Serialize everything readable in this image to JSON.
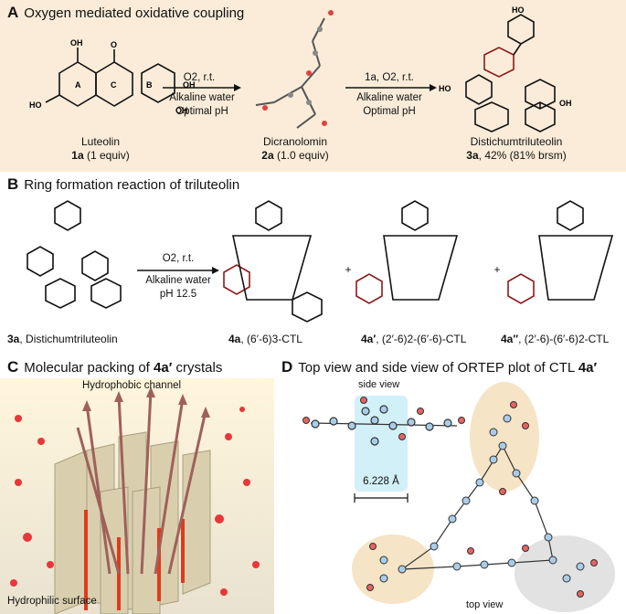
{
  "panelA": {
    "letter": "A",
    "title": "Oxygen mediated oxidative coupling",
    "luteolin": {
      "name": "Luteolin",
      "id": "1a",
      "equiv": "(1 equiv)"
    },
    "dicranolomin": {
      "name": "Dicranolomin",
      "id": "2a",
      "equiv": "(1.0 equiv)"
    },
    "distichumtriluteolin": {
      "name": "Distichumtriluteolin",
      "id": "3a",
      "yield": ", 42% (81% brsm)"
    },
    "arrow1": {
      "line1": "O2, r.t.",
      "line2": "Alkaline water",
      "line3": "Optimal pH"
    },
    "arrow2": {
      "line1": "1a, O2, r.t.",
      "line2": "Alkaline water",
      "line3": "Optimal pH"
    },
    "ring_labels": [
      "A",
      "C",
      "B"
    ],
    "atom_labels": {
      "oh": "OH",
      "ho": "HO",
      "o": "O"
    }
  },
  "panelB": {
    "letter": "B",
    "title": "Ring formation reaction of triluteolin",
    "start": {
      "id": "3a",
      "name": ", Distichumtriluteolin"
    },
    "arrow": {
      "line1": "O2, r.t.",
      "line2": "Alkaline water",
      "line3": "pH 12.5"
    },
    "p1": {
      "id": "4a",
      "desc": ", (6′-6)3-CTL"
    },
    "p2": {
      "id": "4a′",
      "desc": ", (2′-6)2-(6′-6)-CTL"
    },
    "p3": {
      "id": "4a′′",
      "desc": ", (2′-6)-(6′-6)2-CTL"
    },
    "plus": "+"
  },
  "panelC": {
    "letter": "C",
    "title_pre": "Molecular packing of ",
    "title_id": "4a′",
    "title_post": " crystals",
    "channel_label": "Hydrophobic channel",
    "surface_label": "Hydrophilic surface"
  },
  "panelD": {
    "letter": "D",
    "title_pre": "Top view and side view of ORTEP plot of CTL ",
    "title_id": "4a′",
    "side_view": "side view",
    "top_view": "top view",
    "distance": "6.228 Å"
  },
  "colors": {
    "cream": "#faecd8",
    "darkred": "#8b1a1a",
    "atom_red": "#e04040",
    "atom_blue": "#9fc7e6"
  }
}
